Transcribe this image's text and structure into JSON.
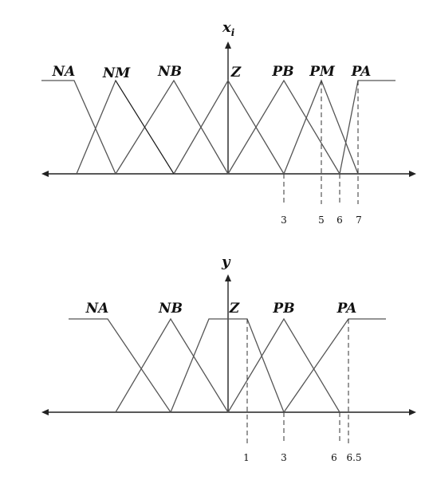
{
  "top_chart": {
    "axis_title": "x",
    "axis_subscript": "i",
    "labels": [
      "NA",
      "NM",
      "NB",
      "Z",
      "PB",
      "PM",
      "PA"
    ],
    "ticks": [
      "3",
      "5",
      "6",
      "7"
    ]
  },
  "bottom_chart": {
    "axis_title": "y",
    "labels": [
      "NA",
      "NB",
      "Z",
      "PB",
      "PA"
    ],
    "ticks": [
      "1",
      "3",
      "6",
      "6.5"
    ]
  }
}
